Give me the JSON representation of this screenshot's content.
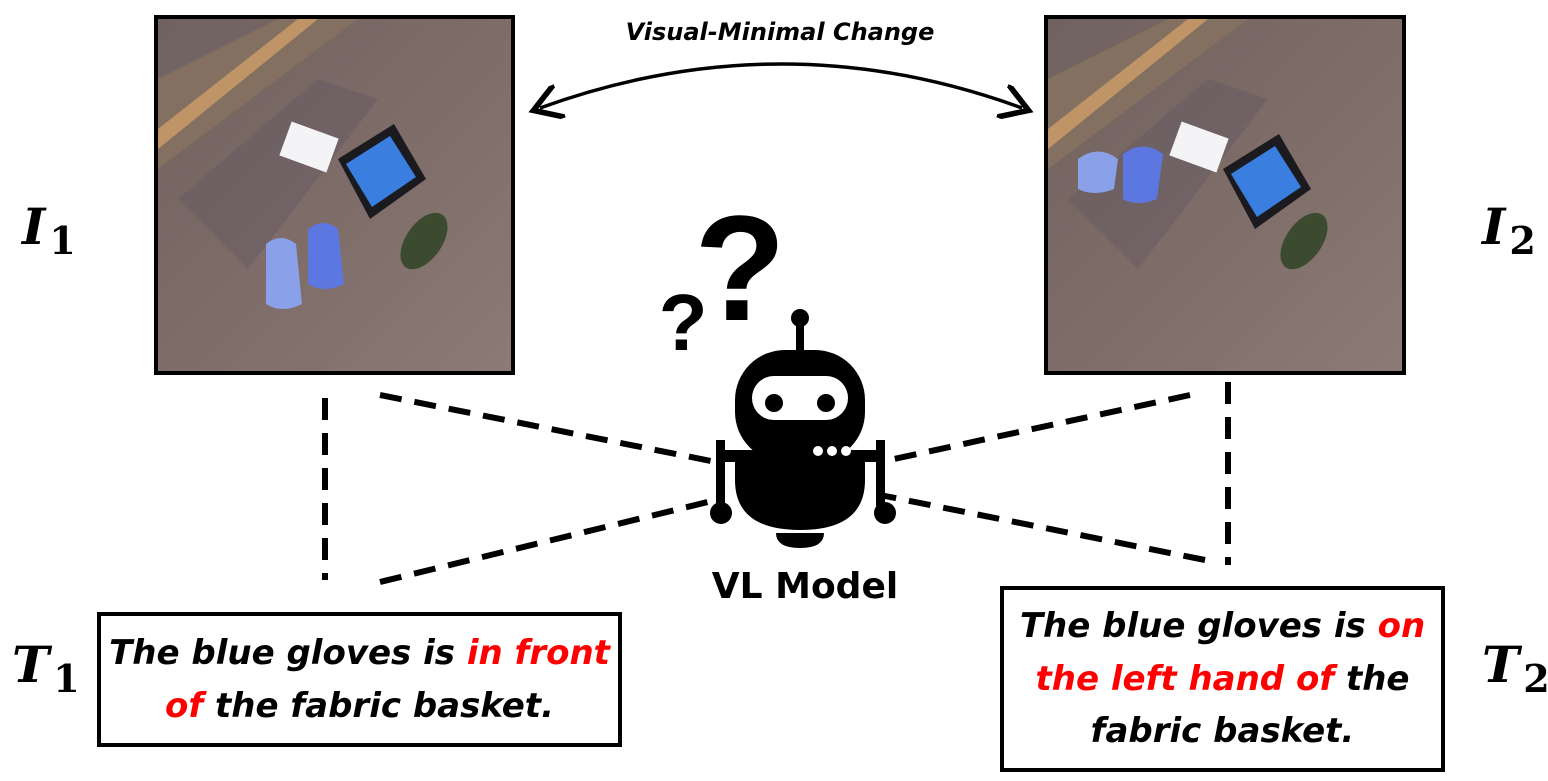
{
  "top_caption": "Visual-Minimal Change",
  "image_left": {
    "symbol": "I",
    "index": "1"
  },
  "image_right": {
    "symbol": "I",
    "index": "2"
  },
  "text_left": {
    "symbol": "T",
    "index": "1",
    "parts": [
      {
        "text": "The blue gloves is ",
        "highlight": false
      },
      {
        "text": "in front of",
        "highlight": true
      },
      {
        "text": " the fabric basket.",
        "highlight": false
      }
    ]
  },
  "text_right": {
    "symbol": "T",
    "index": "2",
    "parts": [
      {
        "text": "The blue gloves is ",
        "highlight": false
      },
      {
        "text": "on the left hand of",
        "highlight": true
      },
      {
        "text": " the fabric basket.",
        "highlight": false
      }
    ]
  },
  "model_label": "VL Model",
  "colors": {
    "highlight": "#ff0000",
    "line": "#000000"
  }
}
